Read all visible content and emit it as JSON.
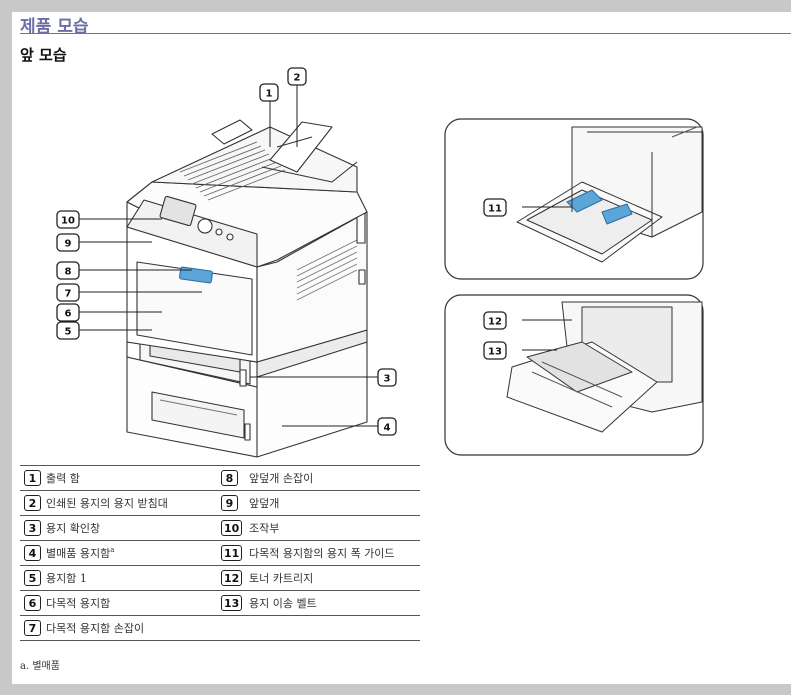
{
  "section_title": "제품 모습",
  "subsection_title": "앞 모습",
  "callouts": {
    "c1": "1",
    "c2": "2",
    "c3": "3",
    "c4": "4",
    "c5": "5",
    "c6": "6",
    "c7": "7",
    "c8": "8",
    "c9": "9",
    "c10": "10",
    "c11": "11",
    "c12": "12",
    "c13": "13"
  },
  "legend": [
    {
      "left_num": "1",
      "left_label": "출력 함",
      "right_num": "8",
      "right_label": "앞덮개 손잡이"
    },
    {
      "left_num": "2",
      "left_label": "인쇄된 용지의 용지 받침대",
      "right_num": "9",
      "right_label": "앞덮개"
    },
    {
      "left_num": "3",
      "left_label": "용지 확인창",
      "right_num": "10",
      "right_label": "조작부"
    },
    {
      "left_num": "4",
      "left_label": "별매품 용지함",
      "left_sup": "a",
      "right_num": "11",
      "right_label": "다목적 용지함의 용지 폭 가이드"
    },
    {
      "left_num": "5",
      "left_label": "용지함 1",
      "right_num": "12",
      "right_label": "토너 카트리지"
    },
    {
      "left_num": "6",
      "left_label": "다목적 용지함",
      "right_num": "13",
      "right_label": "용지 이송 벨트"
    },
    {
      "left_num": "7",
      "left_label": "다목적 용지함 손잡이",
      "right_num": "",
      "right_label": ""
    }
  ],
  "footnote": "a. 별매품"
}
